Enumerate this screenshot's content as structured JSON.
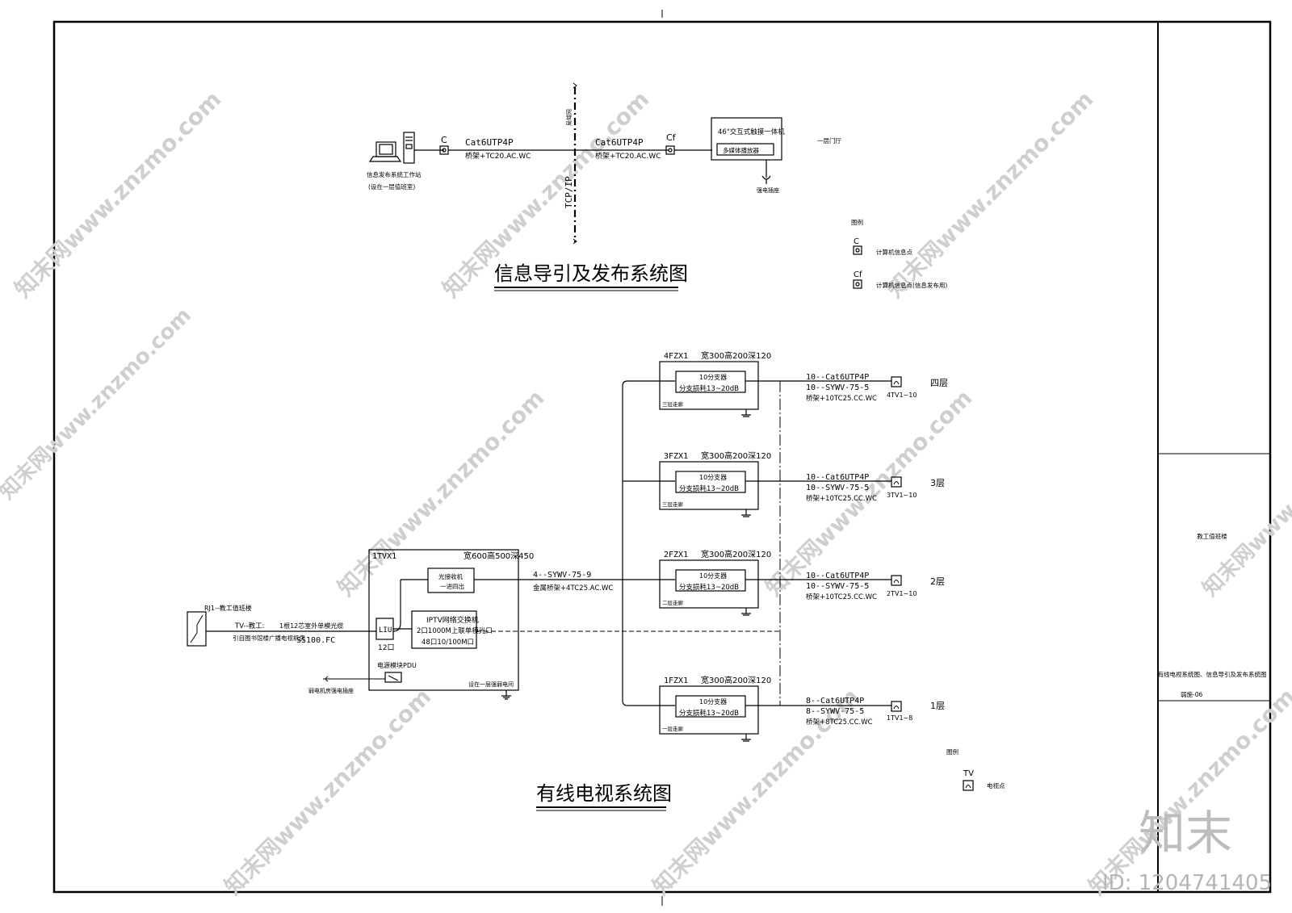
{
  "info_system": {
    "title": "信息导引及发布系统图",
    "workstation_label_1": "信息发布系统工作站",
    "workstation_label_2": "(设在一层值班室)",
    "outlet_c_label": "C",
    "cable1_top": "Cat6UTP4P",
    "cable1_bottom": "桥架+TC20.AC.WC",
    "backbone_top_label": "局域网",
    "backbone_label": "TCP/IP",
    "cable2_top": "Cat6UTP4P",
    "cable2_bottom": "桥架+TC20.AC.WC",
    "outlet_cf_label": "Cf",
    "display_label": "46\"交互式触摸一体机",
    "player_label": "多媒体播放器",
    "power_label": "强电插座",
    "location_label": "一层门厅",
    "legend_title": "图例",
    "legend": [
      {
        "symbol": "C",
        "desc": "计算机信息点"
      },
      {
        "symbol": "Cf",
        "desc": "计算机信息点(信息发布用)"
      }
    ]
  },
  "tv_system": {
    "title": "有线电视系统图",
    "source_name": "RJ1--教工值班楼",
    "incoming_top": "TV--教工:",
    "incoming_cable": "1根12芯室外单模光缆",
    "incoming_note": "引自图书馆楼广播电视机房",
    "incoming_conduit": "SS100.FC",
    "main_box": {
      "name": "1TVX1",
      "size": "宽600高500深450",
      "optical_rx": "光接收机",
      "optical_rx_sub": "一进四出",
      "liu": "LIU",
      "liu_ports": "12口",
      "switch_title": "IPTV网络交换机",
      "switch_line1": "2口1000M上联单模光口",
      "switch_line2": "48口10/100M口",
      "pdu": "电源模块PDU",
      "location": "设在一层强弱电间",
      "socket_label": "弱电机房强电插座"
    },
    "trunk_top": "4--SYWV-75-9",
    "trunk_bottom": "金属桥架+4TC25.AC.WC",
    "floors": [
      {
        "box": "4FZX1",
        "size": "宽300高200深120",
        "splitter": "10分支器",
        "gain": "分支损耗13~20dB",
        "loc": "三层走廊",
        "c1": "10--Cat6UTP4P",
        "c2": "10--SYWV-75-5",
        "c3": "桥架+10TC25.CC.WC",
        "tv": "4TV1~10",
        "floor": "四层"
      },
      {
        "box": "3FZX1",
        "size": "宽300高200深120",
        "splitter": "10分支器",
        "gain": "分支损耗13~20dB",
        "loc": "三层走廊",
        "c1": "10--Cat6UTP4P",
        "c2": "10--SYWV-75-5",
        "c3": "桥架+10TC25.CC.WC",
        "tv": "3TV1~10",
        "floor": "3层"
      },
      {
        "box": "2FZX1",
        "size": "宽300高200深120",
        "splitter": "10分支器",
        "gain": "分支损耗13~20dB",
        "loc": "二层走廊",
        "c1": "10--Cat6UTP4P",
        "c2": "10--SYWV-75-5",
        "c3": "桥架+10TC25.CC.WC",
        "tv": "2TV1~10",
        "floor": "2层"
      },
      {
        "box": "1FZX1",
        "size": "宽300高200深120",
        "splitter": "10分支器",
        "gain": "分支损耗13~20dB",
        "loc": "一层走廊",
        "c1": "8--Cat6UTP4P",
        "c2": "8--SYWV-75-5",
        "c3": "桥架+8TC25.CC.WC",
        "tv": "1TV1~8",
        "floor": "1层"
      }
    ],
    "legend_title": "图例",
    "legend_symbol": "TV",
    "legend_desc": "电视点"
  },
  "title_block": {
    "project": "教工值班楼",
    "drawing_name": "有线电视系统图、信息导引及发布系统图",
    "drawing_no": "弱施-06"
  },
  "watermark": {
    "text": "知末网www.znzmo.com",
    "brand": "知末",
    "id": "ID: 1204741405"
  }
}
